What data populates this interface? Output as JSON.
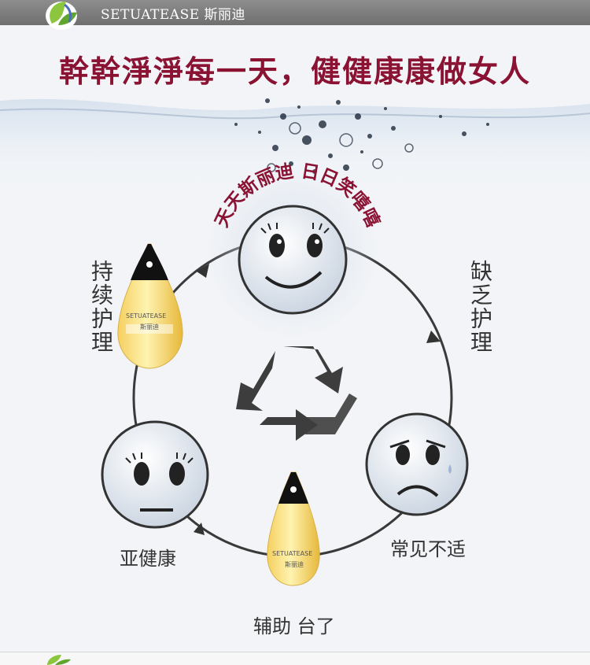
{
  "header": {
    "brand": "SETUATEASE 斯丽迪"
  },
  "headline": "幹幹淨淨每一天，健健康康做女人",
  "arc_text": "天天斯丽迪 日日笑嘻嘻",
  "cycle": {
    "continue_care": "持续护理",
    "lack_care": "缺乏护理",
    "common_discomfort": "常见不适",
    "sub_health": "亚健康",
    "auxiliary": "辅助 台了"
  },
  "bottle": {
    "brand": "SETUATEASE",
    "name": "斯丽迪"
  },
  "colors": {
    "headline": "#8a1233",
    "header_bar": "#7a7a7a",
    "leaf_green": "#8cc63f"
  }
}
